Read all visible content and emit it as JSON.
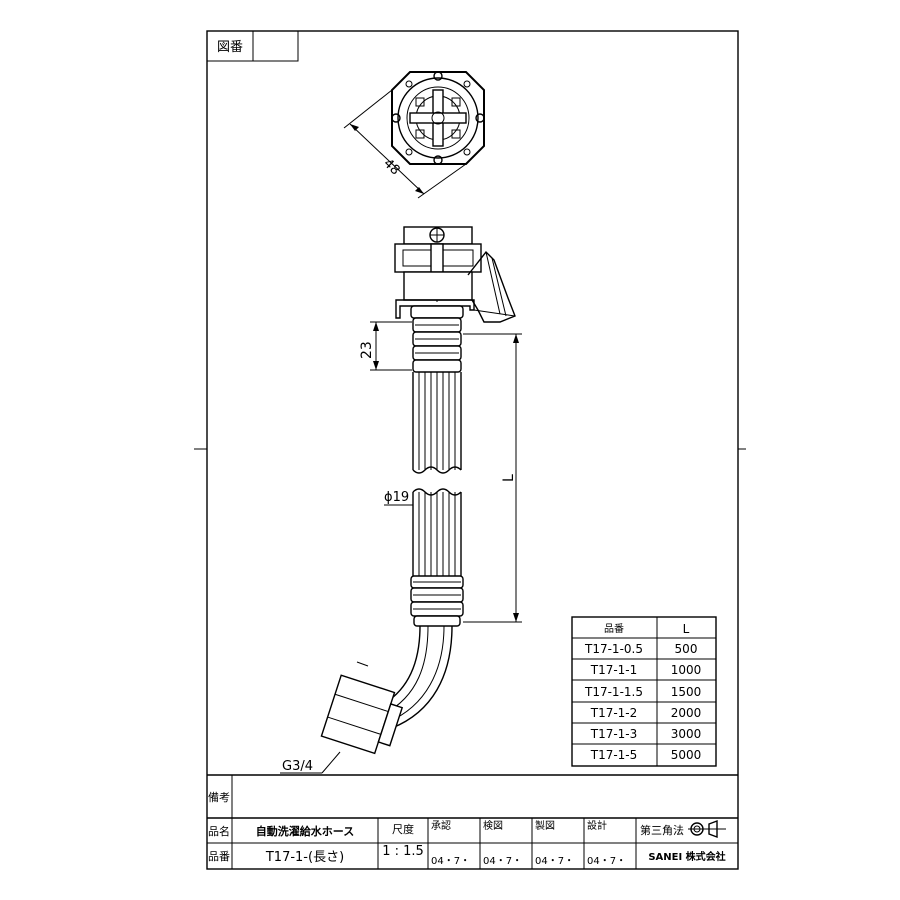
{
  "frame": {
    "fig_no_label": "図番",
    "fig_no_value": ""
  },
  "dimensions": {
    "width_flat": "48",
    "length_23": "23",
    "length_L": "L",
    "diameter": "ϕ19",
    "thread": "G3/4"
  },
  "model_table": {
    "header_part": "品番",
    "header_length": "L",
    "rows": [
      {
        "part": "T17-1-0.5",
        "length": "500"
      },
      {
        "part": "T17-1-1",
        "length": "1000"
      },
      {
        "part": "T17-1-1.5",
        "length": "1500"
      },
      {
        "part": "T17-1-2",
        "length": "2000"
      },
      {
        "part": "T17-1-3",
        "length": "3000"
      },
      {
        "part": "T17-1-5",
        "length": "5000"
      }
    ]
  },
  "title_block": {
    "remarks_label": "備考",
    "remarks_value": "",
    "name_label": "品名",
    "name_value": "自動洗濯給水ホース",
    "part_label": "品番",
    "part_value": "T17-1-(長さ)",
    "scale_label": "尺度",
    "scale_value": "1 : 1.5",
    "approved_label": "承認",
    "checked_label": "検図",
    "drawn_label": "製図",
    "designed_label": "設計",
    "approved_date": "04・7・",
    "checked_date": "04・7・",
    "drawn_date": "04・7・",
    "designed_date": "04・7・",
    "projection": "第三角法",
    "company": "SANEI 株式会社"
  }
}
